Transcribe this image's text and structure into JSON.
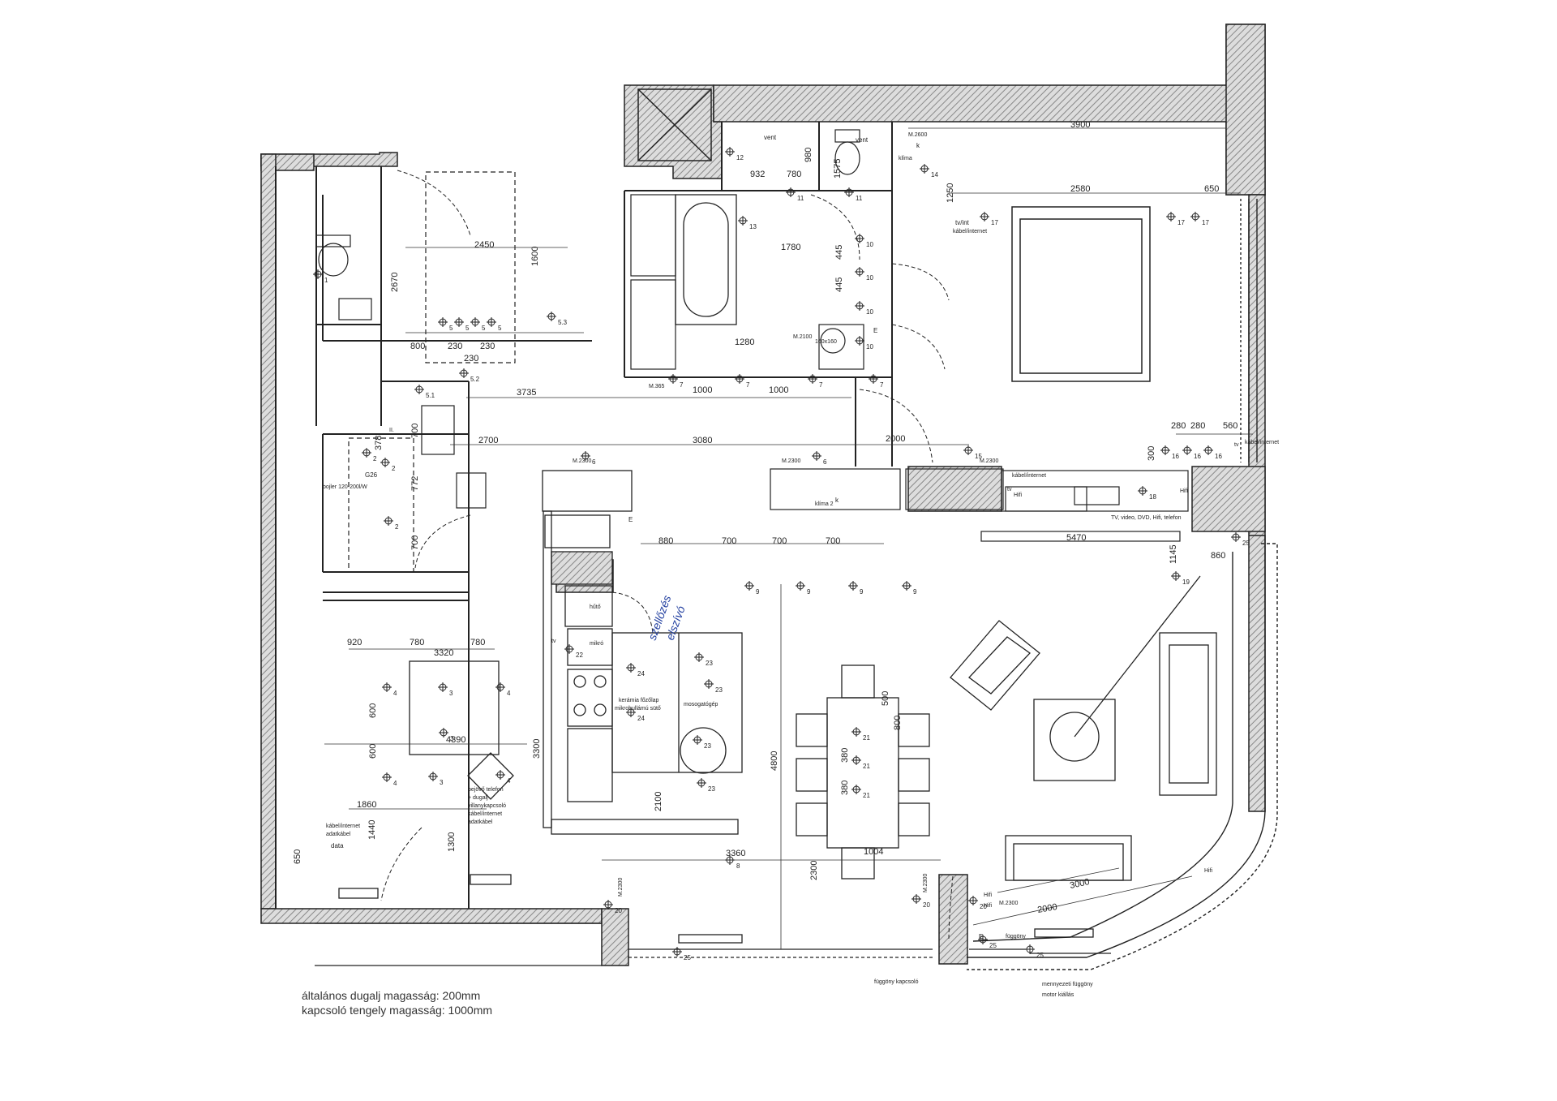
{
  "notes": {
    "line1": "általános dugalj magasság: 200mm",
    "line2": "kapcsoló tengely magasság: 1000mm"
  },
  "dimensions": {
    "d3900": "3900",
    "d2580": "2580",
    "d650a": "650",
    "d1250": "1250",
    "d2450": "2450",
    "d1600": "1600",
    "d2670": "2670",
    "d800": "800",
    "d230a": "230",
    "d230b": "230",
    "d230c": "230",
    "d932": "932",
    "d980": "980",
    "d780t": "780",
    "d1575": "1575",
    "d1780": "1780",
    "d445a": "445",
    "d445b": "445",
    "d1280": "1280",
    "d3735": "3735",
    "d1000a": "1000",
    "d1000b": "1000",
    "d2700": "2700",
    "d3080": "3080",
    "d2000a": "2000",
    "d700a": "700",
    "d378": "378",
    "d772": "772",
    "d700b": "700",
    "d280a": "280",
    "d280b": "280",
    "d560": "560",
    "d300": "300",
    "d5470": "5470",
    "d880": "880",
    "d700c": "700",
    "d700d": "700",
    "d700e": "700",
    "d1145": "1145",
    "d860": "860",
    "d920": "920",
    "d780a": "780",
    "d780b": "780",
    "d3320": "3320",
    "d4390": "4390",
    "d600a": "600",
    "d600b": "600",
    "d1860": "1860",
    "d1440": "1440",
    "d1300": "1300",
    "d650b": "650",
    "d3300": "3300",
    "d4800": "4800",
    "d2100": "2100",
    "d3360": "3360",
    "d1004": "1004",
    "d2300": "2300",
    "d380a": "380",
    "d380b": "380",
    "d500": "500",
    "d800b": "800",
    "d3000": "3000",
    "d2000b": "2000"
  },
  "labels": {
    "vent1": "vent",
    "vent2": "vent",
    "klima1": "klíma",
    "m2600": "M.2600",
    "tvint": "tv/int",
    "kabelint1": "kábel/internet",
    "kabelint2": "kábel/internet",
    "kabelint3": "kábel/internet",
    "tv1": "tv",
    "tv2": "tv",
    "tv3": "tv",
    "hifi1": "Hifi",
    "hifi2": "Hifi",
    "hifi3": "Hifi",
    "hifi4": "Hifi",
    "hifi5": "Hifi",
    "hifiTv": "TV, video, DVD, Hifi, telefon",
    "klima2": "klíma 2",
    "m2300a": "M.2300",
    "m2300b": "M.2300",
    "m2300c": "M.2300",
    "m2300d": "M.2300",
    "m2300e": "M.2300",
    "m2300f": "M.2300",
    "m2100": "M.2100",
    "m365": "M.365",
    "boiler": "bojler 120-200l/W",
    "huto": "hűtő",
    "miku": "mikró",
    "kerfozo": "kerámia főzőlap",
    "sutő": "mikrohullámú sütő",
    "mosogep": "mosogatógép",
    "bejovo": "bejövő telefon",
    "dugalj": "+ dugalj",
    "villany": "villanykapcsoló",
    "kabel4": "kábel/internet",
    "adatk": "adatkábel",
    "kabel5": "kábel/internet",
    "adatk2": "adatkábel",
    "data": "data",
    "fuggony": "függöny",
    "fkapcsolo": "függöny kapcsoló",
    "menny": "mennyezeti függöny",
    "motor": "motor kiállás",
    "b160": "160x160",
    "E1": "E",
    "E2": "E",
    "E3": "E",
    "k1": "k",
    "k2": "k",
    "G26": "G26",
    "II": "II."
  },
  "points": {
    "p12": "12",
    "p11a": "11",
    "p11b": "11",
    "p14": "14",
    "p13": "13",
    "p10a": "10",
    "p10b": "10",
    "p10c": "10",
    "p10d": "10",
    "p17a": "17",
    "p17b": "17",
    "p17c": "17",
    "p7a": "7",
    "p7b": "7",
    "p7c": "7",
    "p7d": "7",
    "p8": "8",
    "p9a": "9",
    "p9b": "9",
    "p9c": "9",
    "p9d": "9",
    "p1": "1",
    "p2a": "2",
    "p2b": "2",
    "p2c": "2",
    "p5a": "5",
    "p5b": "5",
    "p5c": "5",
    "p5d": "5",
    "p53": "5.3",
    "p52": "5.2",
    "p51": "5.1",
    "p6a": "6",
    "p6b": "6",
    "p15": "15",
    "p16a": "16",
    "p16b": "16",
    "p16c": "16",
    "p18": "18",
    "p19": "19",
    "p25a": "25",
    "p25b": "25",
    "p25c": "25",
    "p25d": "25",
    "p22": "22",
    "p23a": "23",
    "p23b": "23",
    "p23c": "23",
    "p23d": "23",
    "p24a": "24",
    "p24b": "24",
    "p21a": "21",
    "p21b": "21",
    "p21c": "21",
    "p3a": "3",
    "p3b": "3",
    "p3c": "3",
    "p4a": "4",
    "p4b": "4",
    "p4c": "4",
    "p4d": "4",
    "p20a": "20",
    "p20b": "20",
    "p20c": "20"
  },
  "handwriting": {
    "h1": "szellőzés",
    "h2": "elszívó"
  }
}
